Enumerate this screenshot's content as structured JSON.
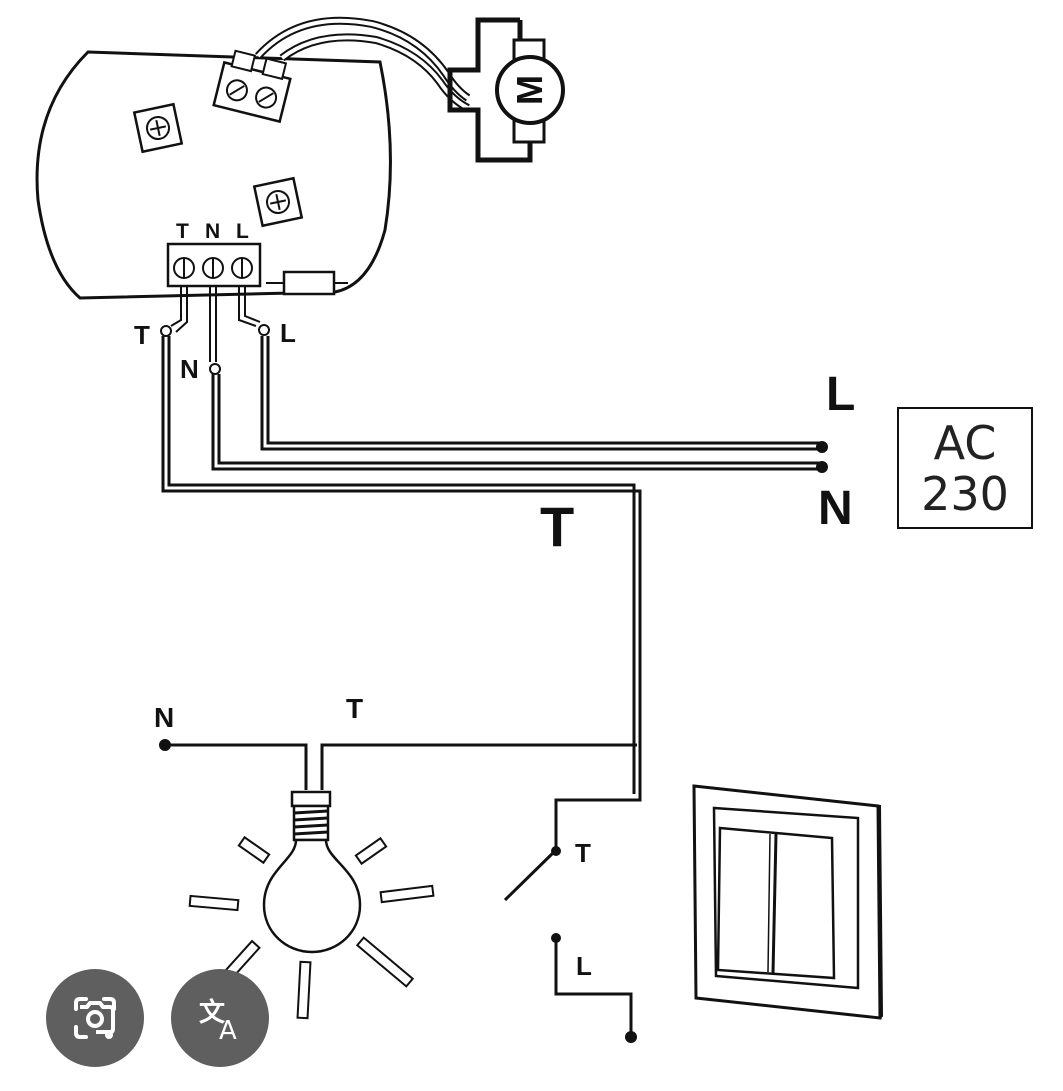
{
  "diagram": {
    "device_terminals": [
      "T",
      "N",
      "L"
    ],
    "device_wire_labels": {
      "t": "T",
      "n": "N",
      "l": "L"
    },
    "motor_label": "M",
    "supply": {
      "l_label": "L",
      "n_label": "N",
      "box_line1": "AC",
      "box_line2": "230"
    },
    "trunk_label": "T",
    "lamp": {
      "n_label": "N",
      "t_label": "T"
    },
    "switch": {
      "t_label": "T",
      "l_label": "L"
    }
  },
  "overlay": {
    "buttons": [
      {
        "name": "lens",
        "icon": "camera-search-icon"
      },
      {
        "name": "translate",
        "icon": "translate-icon"
      }
    ]
  }
}
